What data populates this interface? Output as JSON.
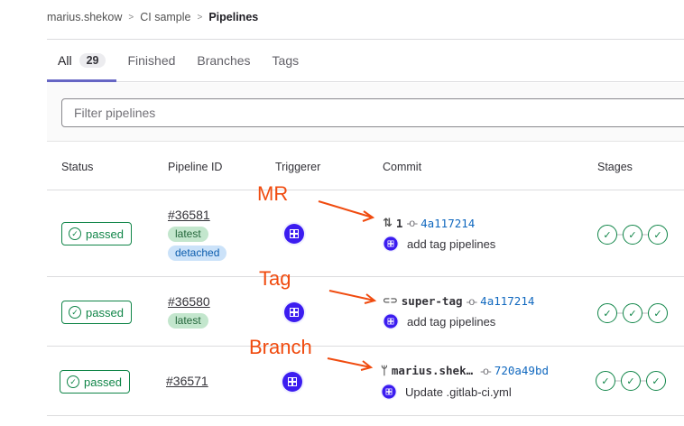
{
  "breadcrumb": {
    "items": [
      "marius.shekow",
      "CI sample",
      "Pipelines"
    ],
    "separator": "›"
  },
  "tabs": [
    {
      "label": "All",
      "count": "29",
      "active": true
    },
    {
      "label": "Finished"
    },
    {
      "label": "Branches"
    },
    {
      "label": "Tags"
    }
  ],
  "filter": {
    "placeholder": "Filter pipelines",
    "value": ""
  },
  "table": {
    "headers": [
      "Status",
      "Pipeline ID",
      "Triggerer",
      "Commit",
      "Stages"
    ],
    "rows": [
      {
        "status": "passed",
        "pipeline_id": "#36581",
        "badges": [
          "latest",
          "detached"
        ],
        "ref_type": "merge-request",
        "ref_name": "1",
        "sha": "4a117214",
        "message": "add tag pipelines",
        "stages": [
          "passed",
          "passed",
          "passed"
        ]
      },
      {
        "status": "passed",
        "pipeline_id": "#36580",
        "badges": [
          "latest"
        ],
        "ref_type": "tag",
        "ref_name": "super-tag",
        "sha": "4a117214",
        "message": "add tag pipelines",
        "stages": [
          "passed",
          "passed",
          "passed"
        ]
      },
      {
        "status": "passed",
        "pipeline_id": "#36571",
        "badges": [],
        "ref_type": "branch",
        "ref_name": "marius.shek…",
        "sha": "720a49bd",
        "message": "Update .gitlab-ci.yml",
        "stages": [
          "passed",
          "passed",
          "passed"
        ]
      }
    ]
  },
  "annotations": [
    "MR",
    "Tag",
    "Branch"
  ],
  "icons": {
    "status_passed": "✓",
    "merge_request": "⇅",
    "tag": "⊂⊃",
    "branch": "ᛘ",
    "commit": "-o-"
  },
  "colors": {
    "success": "#108548",
    "link": "#1068bf",
    "tab_active": "#6666c4",
    "annotation": "#f04b0f",
    "latest_bg": "#c3e6cd",
    "detached_bg": "#cbe2f9",
    "avatar": "#3b1cf0"
  }
}
